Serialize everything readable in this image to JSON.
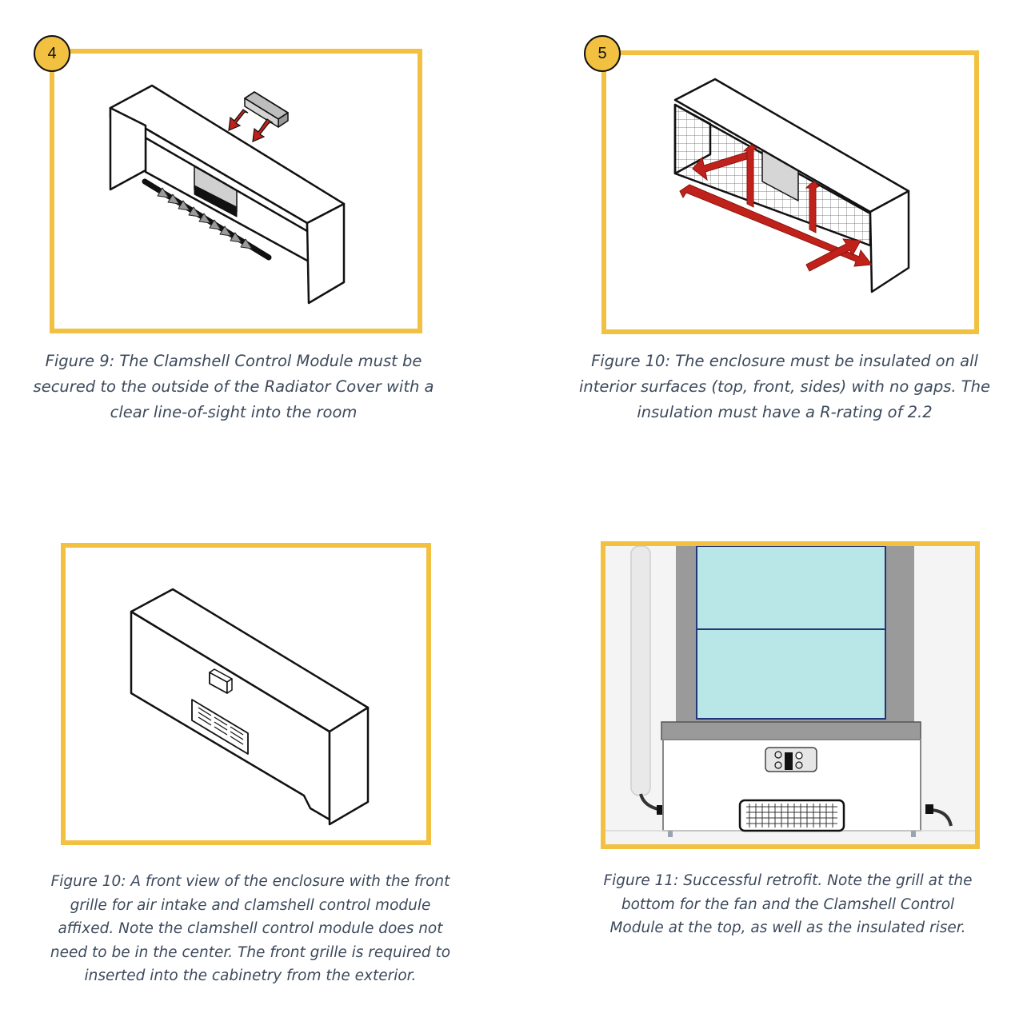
{
  "panels": [
    {
      "step": "4",
      "caption": "Figure 9: The Clamshell Control Module must be secured to the outside of the Radiator Cover with a clear line-of-sight into the room"
    },
    {
      "step": "5",
      "caption": "Figure 10: The enclosure must be insulated on all interior surfaces (top, front, sides) with no gaps. The insulation must have a R-rating of 2.2"
    },
    {
      "caption": "Figure 10: A front view of the enclosure with the front grille for air intake and clamshell control module affixed. Note the clamshell control module does not need to be in the center. The front grille is required to inserted into the cabinetry from the exterior."
    },
    {
      "caption": "Figure 11: Successful retrofit. Note the grill at the bottom for the fan and the Clamshell Control Module at the top, as well as the insulated riser."
    }
  ],
  "colors": {
    "frame": "#f2c142",
    "badge": "#f2c142",
    "arrow": "#c0221b",
    "glass": "#b9e6e6",
    "caption": "#3d4a5c"
  }
}
